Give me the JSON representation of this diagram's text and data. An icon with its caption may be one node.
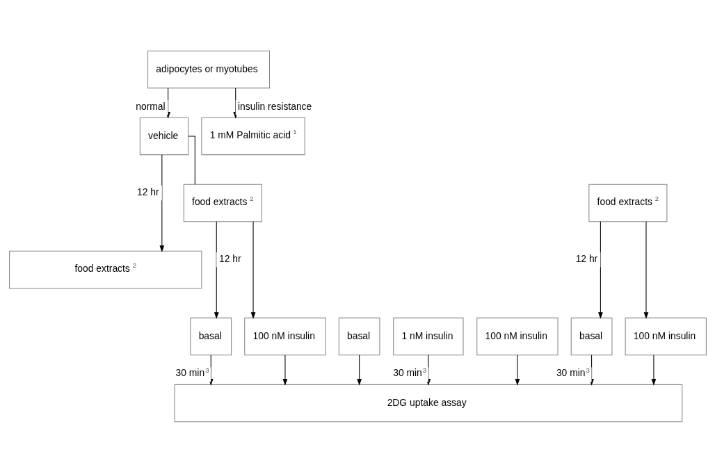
{
  "diagram": {
    "nodes": [
      {
        "text": [
          "adipocytes or myotubes"
        ]
      },
      {
        "text": [
          "vehicle"
        ]
      },
      {
        "text": [
          "food extracts$^{2}$"
        ]
      },
      {
        "text": [
          "1 mM Palmitic acid$^{1}$"
        ]
      },
      {
        "text": [
          "food extracts$^{2}$"
        ]
      },
      {
        "text": [
          "food extracts$^{2}$"
        ]
      },
      {
        "text": [
          "basal"
        ]
      },
      {
        "text": [
          "1 nM insulin"
        ]
      },
      {
        "text": [
          "100 nM insulin"
        ]
      },
      {
        "text": [
          "basal"
        ]
      },
      {
        "text": [
          "100 nM insulin"
        ]
      },
      {
        "text": [
          "basal"
        ]
      },
      {
        "text": [
          "100 nM insulin"
        ]
      },
      {
        "text": [
          "2DG uptake assay"
        ]
      }
    ],
    "edges": [
      {
        "from": 0,
        "to": 1,
        "arrow": "to",
        "label": "normal"
      },
      {
        "from": 0,
        "to": 3,
        "arrow": "to",
        "label": "insulin resistance"
      },
      {
        "from": 1,
        "to": 4,
        "arrow": "to",
        "label": "12 hr"
      },
      {
        "from": 1,
        "to": 2,
        "arrow": "none"
      },
      {
        "from": 2,
        "to": 9,
        "arrow": "to",
        "label": "12 hr"
      },
      {
        "from": 2,
        "to": 10,
        "arrow": "to"
      },
      {
        "from": 5,
        "to": 11,
        "arrow": "to",
        "label": "12 hr"
      },
      {
        "from": 5,
        "to": 12,
        "arrow": "to"
      },
      {
        "from": 6,
        "to": 13,
        "arrow": "to"
      },
      {
        "from": 7,
        "to": 13,
        "arrow": "to",
        "label": "30 min$^{3}$"
      },
      {
        "from": 8,
        "to": 13,
        "arrow": "to"
      },
      {
        "from": 9,
        "to": 13,
        "arrow": "to",
        "label": "30 min$^{3}$"
      },
      {
        "from": 10,
        "to": 13,
        "arrow": "to"
      },
      {
        "from": 11,
        "to": 13,
        "arrow": "to",
        "label": "30 min$^{3}$"
      },
      {
        "from": 12,
        "to": 13,
        "arrow": "to"
      }
    ]
  }
}
